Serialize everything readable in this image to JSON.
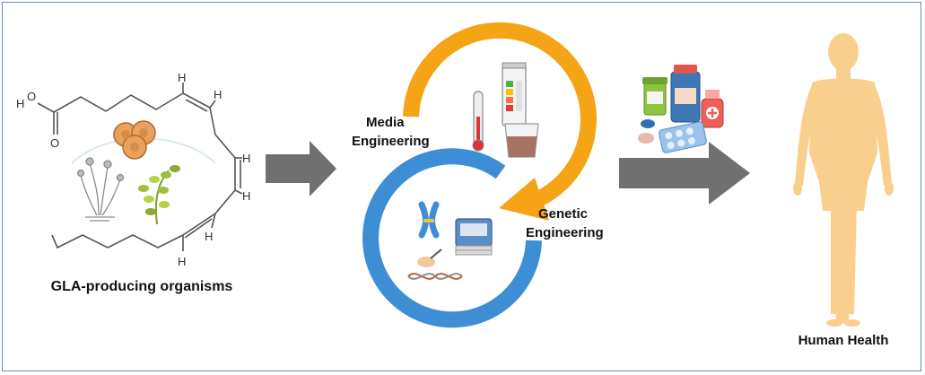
{
  "labels": {
    "organisms": "GLA-producing organisms",
    "media_line1": "Media",
    "media_line2": "Engineering",
    "genetic_line1": "Genetic",
    "genetic_line2": "Engineering",
    "human": "Human Health"
  },
  "molecule_atoms": {
    "hydroxyl_h": "H",
    "oxygen": "O",
    "hydrogen": "H"
  },
  "colors": {
    "orange_cycle": "#f5a416",
    "blue_cycle": "#3d8ed4",
    "arrow": "#707070",
    "human": "#f9cf8e",
    "border": "#6b8fb0"
  }
}
